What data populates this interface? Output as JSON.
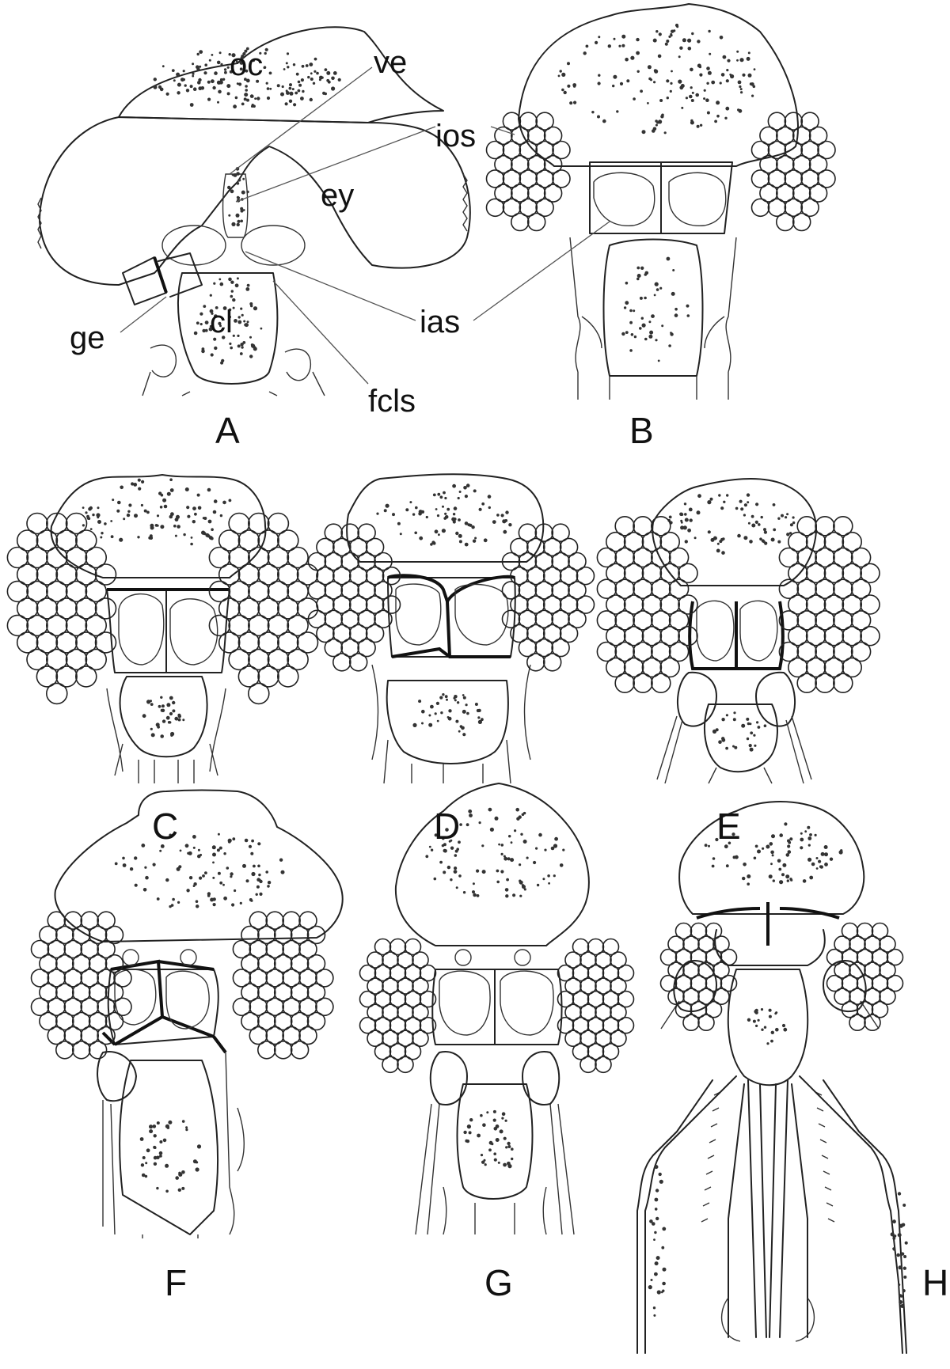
{
  "figure": {
    "panels": [
      {
        "id": "A",
        "label": "A"
      },
      {
        "id": "B",
        "label": "B"
      },
      {
        "id": "C",
        "label": "C"
      },
      {
        "id": "D",
        "label": "D"
      },
      {
        "id": "E",
        "label": "E"
      },
      {
        "id": "F",
        "label": "F"
      },
      {
        "id": "G",
        "label": "G"
      },
      {
        "id": "H",
        "label": "H"
      }
    ],
    "annotations": {
      "oc": "oc",
      "ve": "ve",
      "ios": "ios",
      "ey": "ey",
      "cl": "cl",
      "ge": "ge",
      "ias": "ias",
      "fcls": "fcls"
    }
  }
}
